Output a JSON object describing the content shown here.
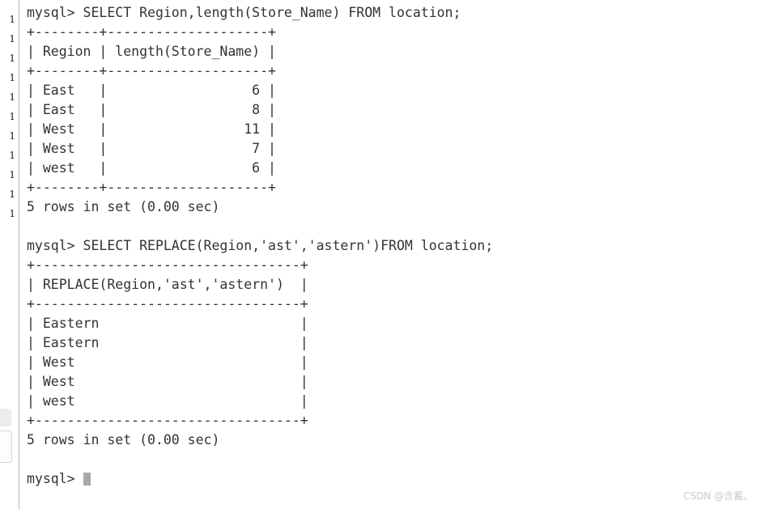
{
  "window": {
    "background_color": "#ffffff",
    "text_color": "#333333",
    "gutter_divider_color": "#b9b9b9"
  },
  "gutter": {
    "line_number_label": "1",
    "count": 11
  },
  "console": {
    "prompt": "mysql>",
    "cursor_visible": true,
    "lines": [
      "mysql> SELECT Region,length(Store_Name) FROM location;",
      "+--------+--------------------+",
      "| Region | length(Store_Name) |",
      "+--------+--------------------+",
      "| East   |                  6 |",
      "| East   |                  8 |",
      "| West   |                 11 |",
      "| West   |                  7 |",
      "| west   |                  6 |",
      "+--------+--------------------+",
      "5 rows in set (0.00 sec)",
      "",
      "mysql> SELECT REPLACE(Region,'ast','astern')FROM location;",
      "+---------------------------------+",
      "| REPLACE(Region,'ast','astern')  |",
      "+---------------------------------+",
      "| Eastern                         |",
      "| Eastern                         |",
      "| West                            |",
      "| West                            |",
      "| west                            |",
      "+---------------------------------+",
      "5 rows in set (0.00 sec)",
      ""
    ],
    "final_prompt": "mysql> "
  },
  "queries": [
    {
      "sql": "SELECT Region,length(Store_Name) FROM location;",
      "columns": [
        "Region",
        "length(Store_Name)"
      ],
      "rows": [
        [
          "East",
          "6"
        ],
        [
          "East",
          "8"
        ],
        [
          "West",
          "11"
        ],
        [
          "West",
          "7"
        ],
        [
          "west",
          "6"
        ]
      ],
      "status": "5 rows in set (0.00 sec)"
    },
    {
      "sql": "SELECT REPLACE(Region,'ast','astern')FROM location;",
      "columns": [
        "REPLACE(Region,'ast','astern')"
      ],
      "rows": [
        [
          "Eastern"
        ],
        [
          "Eastern"
        ],
        [
          "West"
        ],
        [
          "West"
        ],
        [
          "west"
        ]
      ],
      "status": "5 rows in set (0.00 sec)"
    }
  ],
  "watermark": {
    "text": "CSDN @含蓄。",
    "color": "#c9c9c9"
  }
}
